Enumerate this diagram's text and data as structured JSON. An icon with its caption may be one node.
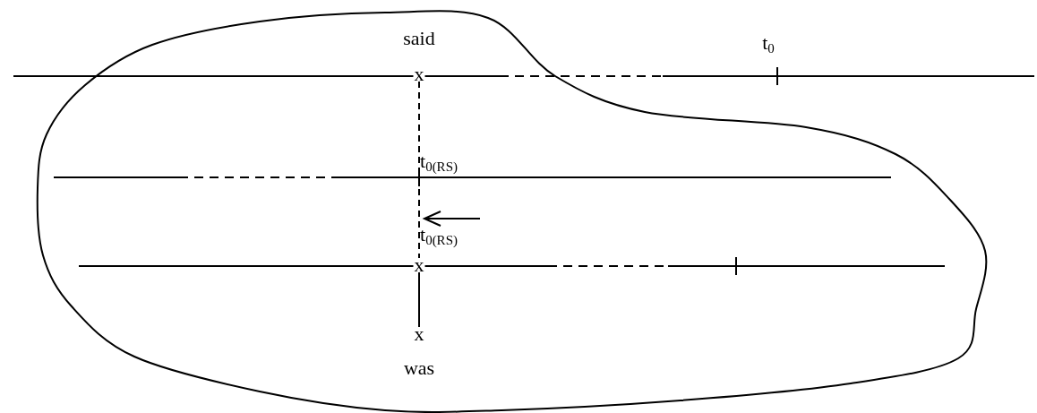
{
  "diagram": {
    "nodes": [
      {
        "text": [
          "x"
        ],
        "beside": [
          "said"
        ]
      },
      {
        "text": [
          "x"
        ]
      },
      {
        "text": [
          "x"
        ],
        "beside": [
          "was"
        ]
      }
    ],
    "edges": [
      {
        "from": 0,
        "to": 1,
        "arrow": "none",
        "style": "dashed"
      },
      {
        "from": 1,
        "to": 2,
        "arrow": "none"
      }
    ],
    "labels": [
      "t$_{0}$",
      "t$_{0(RS)}$",
      "t$_{0(RS)}$"
    ]
  }
}
